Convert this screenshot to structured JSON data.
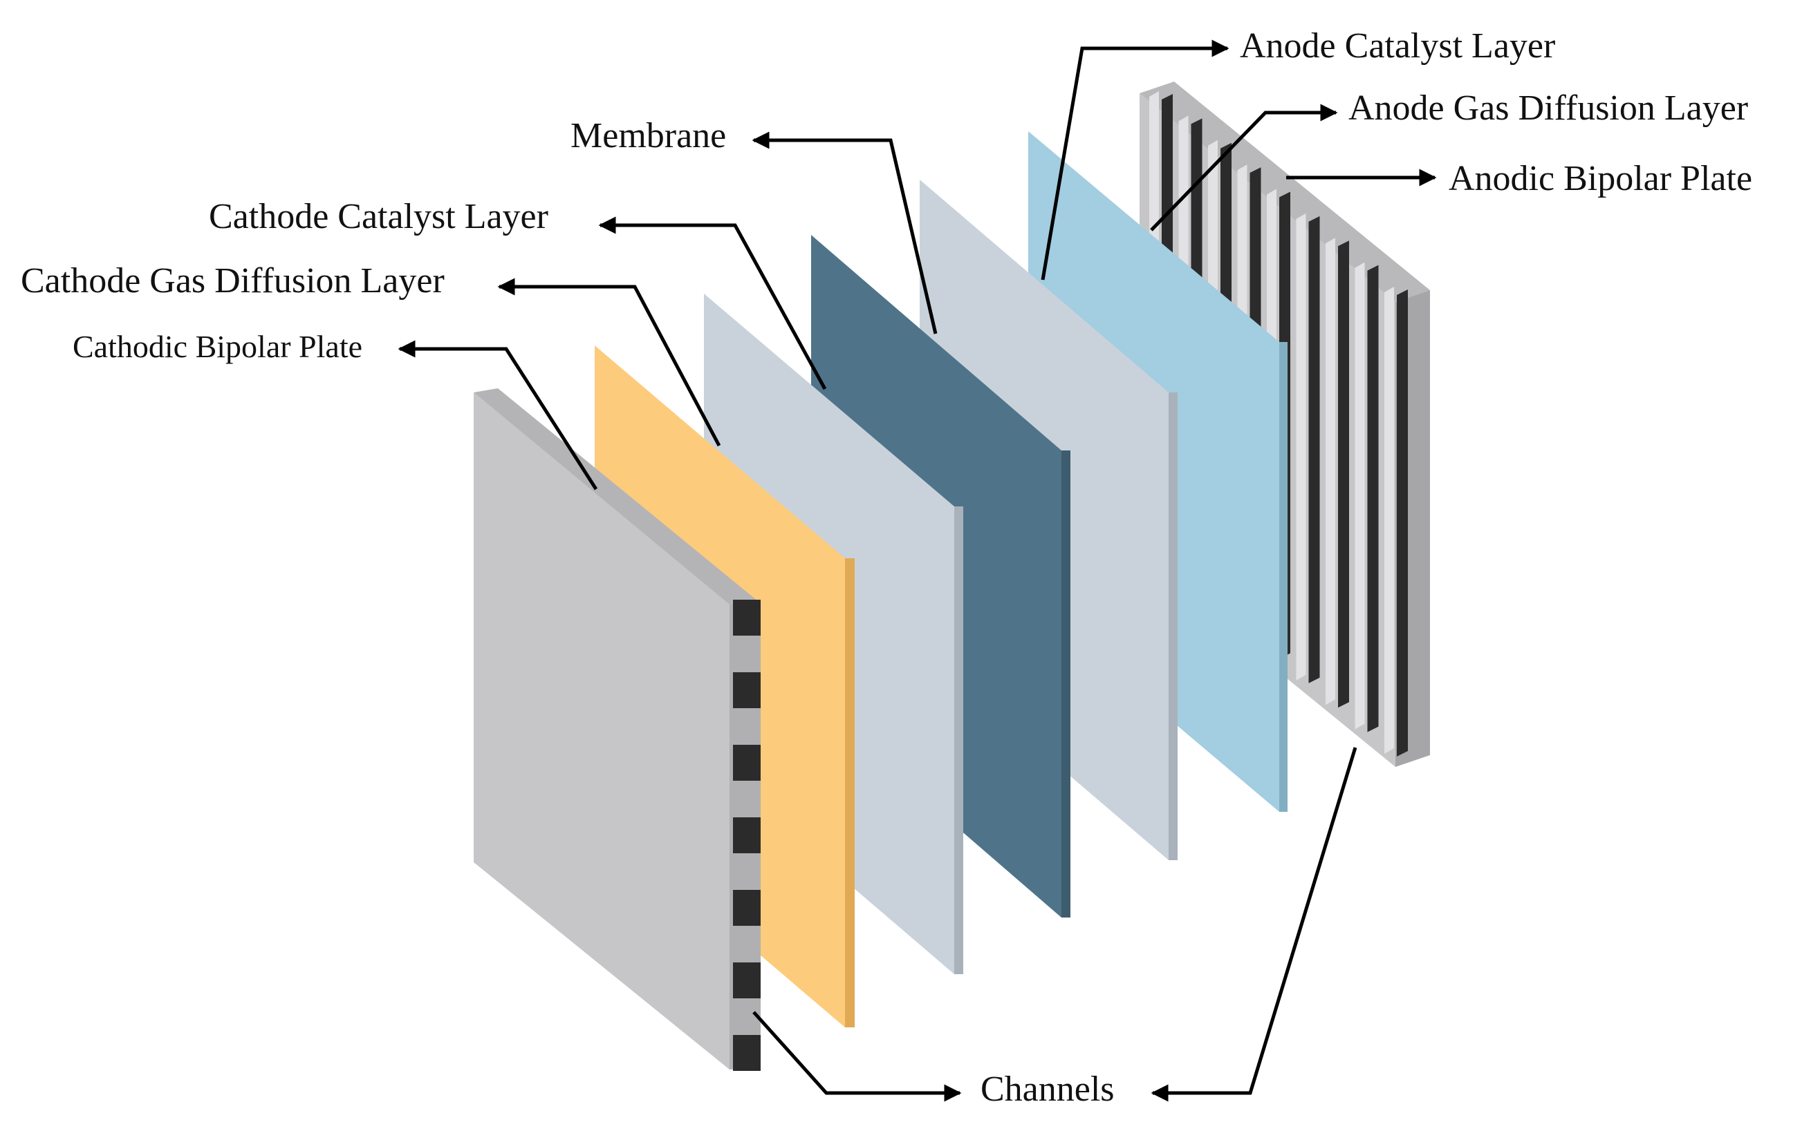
{
  "diagram": {
    "labels": {
      "anode_catalyst_layer": "Anode Catalyst Layer",
      "anode_gas_diffusion_layer": "Anode Gas Diffusion Layer",
      "anodic_bipolar_plate": "Anodic Bipolar Plate",
      "membrane": "Membrane",
      "cathode_catalyst_layer": "Cathode Catalyst Layer",
      "cathode_gas_diffusion_layer": "Cathode Gas Diffusion Layer",
      "cathodic_bipolar_plate": "Cathodic Bipolar Plate",
      "channels": "Channels"
    },
    "colors": {
      "bipolar_plate_face": "#c6c6c8",
      "bipolar_plate_edge": "#a6a6a8",
      "channel": "#2b2b2b",
      "cathode_gdl": "#fdcb7c",
      "cathode_gdl_edge": "#e0aa55",
      "catalyst_layer": "#c9d2db",
      "catalyst_layer_edge": "#a9b2bb",
      "membrane": "#4f7489",
      "membrane_edge": "#3d5c6e",
      "anode_gdl": "#a3cde0",
      "anode_gdl_edge": "#82aec2"
    }
  }
}
